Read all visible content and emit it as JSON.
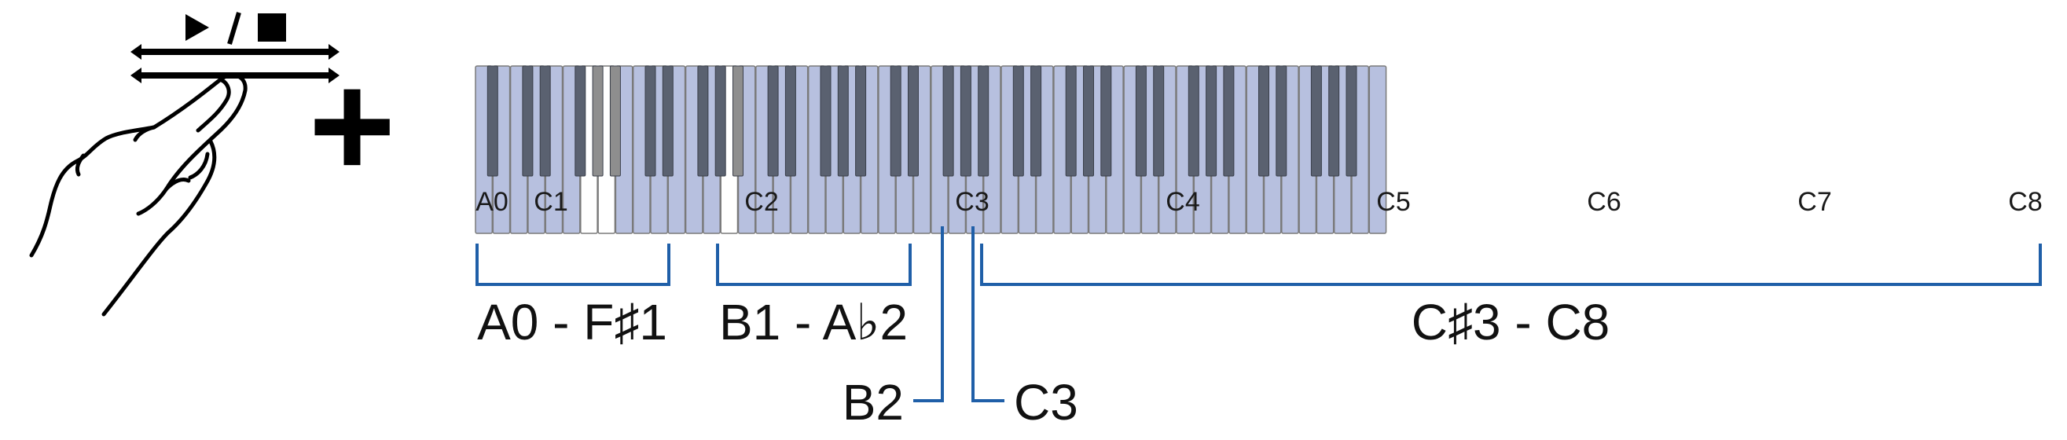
{
  "button": {
    "play_stop_label": "▶ / ■",
    "icon": "play-stop-button-icon"
  },
  "plus_sign": "+",
  "keyboard": {
    "first_key": "A0",
    "last_key": "C8",
    "colors": {
      "highlight_white": "#b7c0df",
      "highlight_black": "#5a6170",
      "plain_white": "#ffffff",
      "plain_black": "#8e8e8e",
      "outline": "#7a7a7a",
      "bracket": "#1f5fa8"
    },
    "unhighlighted_keys": [
      "G1",
      "G#1",
      "A1",
      "A#1",
      "A2",
      "A#2"
    ],
    "octave_labels": [
      "A0",
      "C1",
      "C2",
      "C3",
      "C4",
      "C5",
      "C6",
      "C7",
      "C8"
    ]
  },
  "ranges": [
    {
      "label": "A0 - F♯1"
    },
    {
      "label": "B1 - A♭2"
    },
    {
      "label": "C♯3 - C8"
    }
  ],
  "single_keys": [
    {
      "label": "B2"
    },
    {
      "label": "C3"
    }
  ]
}
